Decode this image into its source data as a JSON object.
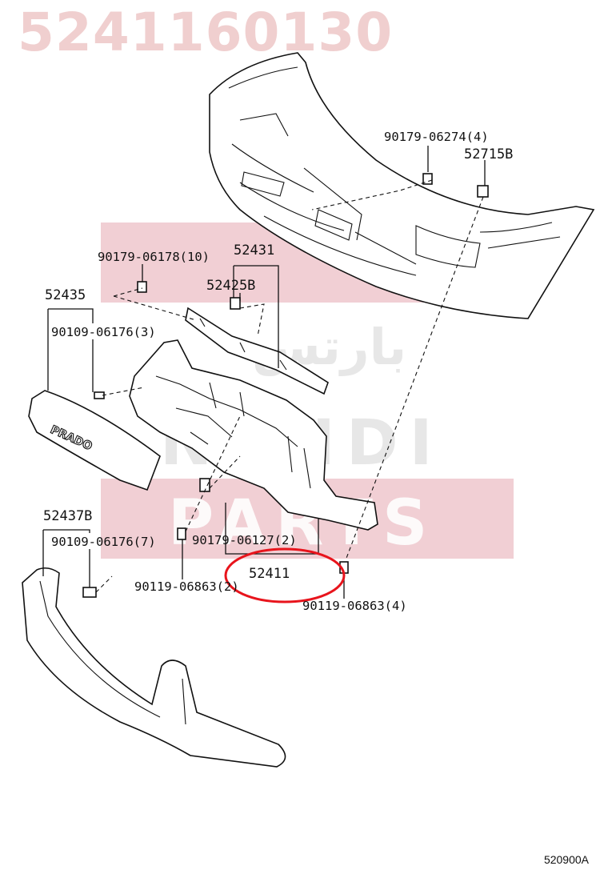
{
  "part_number": "5241160130",
  "diagram_ref": "520900A",
  "callouts": {
    "c1": "90179-06274(4)",
    "c2": "52715B",
    "c3": "90179-06178(10)",
    "c4": "52431",
    "c5": "52425B",
    "c6": "52435",
    "c7": "90109-06176(3)",
    "c8": "52437B",
    "c9": "90109-06176(7)",
    "c10": "90179-06127(2)",
    "c11": "52411",
    "c12": "90119-06863(2)",
    "c13": "90119-06863(4)"
  },
  "emblem_text": "PRADO",
  "watermark": {
    "arabic": "بارتس",
    "line1": "NAHDI",
    "line2": "PARTS"
  },
  "colors": {
    "watermark": "#e5a7b0",
    "highlight": "#e8141c",
    "part_number": "#f0cfcf"
  }
}
